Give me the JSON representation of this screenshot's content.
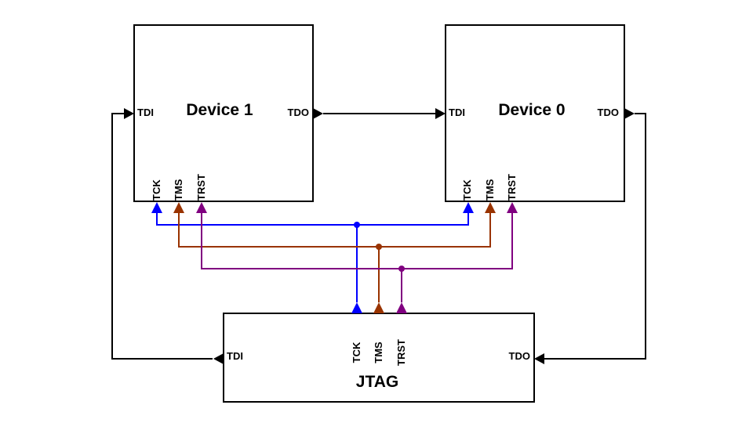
{
  "diagram": {
    "type": "JTAG daisy-chain wiring",
    "colors": {
      "tck": "#0000ff",
      "tms": "#993300",
      "trst": "#800080",
      "data": "#000000"
    },
    "blocks": {
      "device1": {
        "title": "Device 1",
        "pins": {
          "tdi": "TDI",
          "tdo": "TDO",
          "tck": "TCK",
          "tms": "TMS",
          "trst": "TRST"
        }
      },
      "device0": {
        "title": "Device 0",
        "pins": {
          "tdi": "TDI",
          "tdo": "TDO",
          "tck": "TCK",
          "tms": "TMS",
          "trst": "TRST"
        }
      },
      "jtag": {
        "title": "JTAG",
        "pins": {
          "tdi": "TDI",
          "tdo": "TDO",
          "tck": "TCK",
          "tms": "TMS",
          "trst": "TRST"
        }
      }
    },
    "connections": [
      {
        "from": "JTAG.TDO",
        "to": "Device 1.TDI"
      },
      {
        "from": "Device 1.TDO",
        "to": "Device 0.TDI"
      },
      {
        "from": "Device 0.TDO",
        "to": "JTAG.TDI"
      },
      {
        "from": "JTAG.TCK",
        "to": [
          "Device 1.TCK",
          "Device 0.TCK"
        ]
      },
      {
        "from": "JTAG.TMS",
        "to": [
          "Device 1.TMS",
          "Device 0.TMS"
        ]
      },
      {
        "from": "JTAG.TRST",
        "to": [
          "Device 1.TRST",
          "Device 0.TRST"
        ]
      }
    ]
  }
}
